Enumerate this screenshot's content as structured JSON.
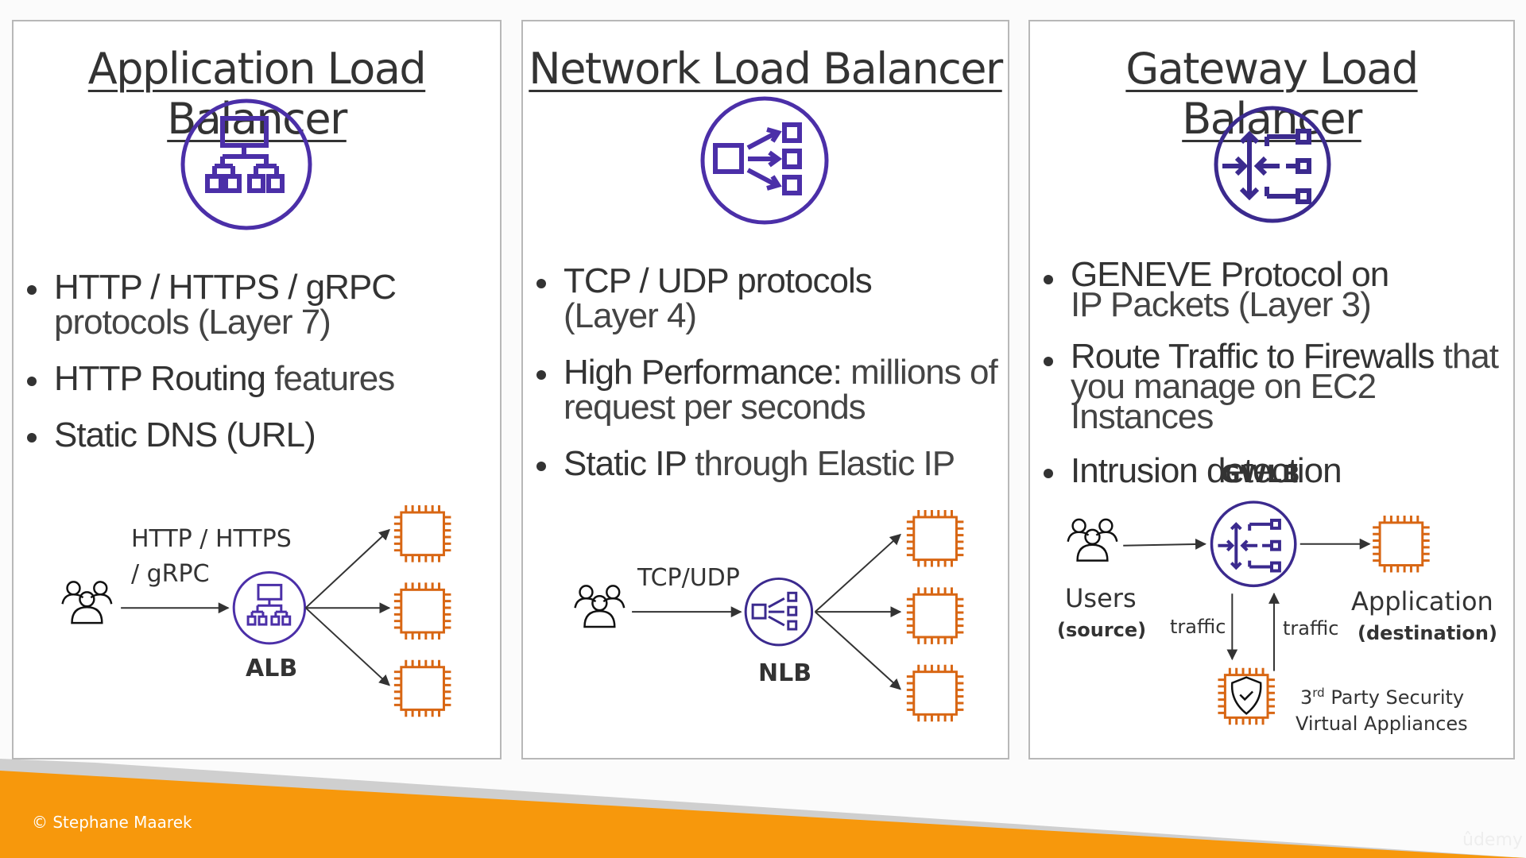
{
  "colors": {
    "lb_purple": "#4b2fa8",
    "ec2_orange": "#d86613",
    "footer_orange": "#f7980c",
    "footer_gray": "#cfcfcf",
    "text": "#333333"
  },
  "panels": [
    {
      "title": "Application Load Balancer",
      "icon": "alb-icon",
      "bullets": [
        {
          "strong": "HTTP / HTTPS / gRPC",
          "rest": "protocols (Layer 7)"
        },
        {
          "strong": "HTTP Routing",
          "rest": "features"
        },
        {
          "strong": "Static DNS (URL)",
          "rest": ""
        }
      ],
      "diagram": {
        "protocol_label_line1": "HTTP / HTTPS",
        "protocol_label_line2": "/ gRPC",
        "lb_label": "ALB",
        "source_icon": "users-icon",
        "target_icons": [
          "ec2-instance-icon",
          "ec2-instance-icon",
          "ec2-instance-icon"
        ]
      }
    },
    {
      "title": "Network Load Balancer",
      "icon": "nlb-icon",
      "bullets": [
        {
          "strong": "TCP / UDP protocols",
          "rest": "(Layer 4)"
        },
        {
          "strong": "High Performance:",
          "rest": "millions of request per seconds"
        },
        {
          "strong": "Static IP",
          "rest": "through Elastic IP"
        }
      ],
      "diagram": {
        "protocol_label": "TCP/UDP",
        "lb_label": "NLB",
        "source_icon": "users-icon",
        "target_icons": [
          "ec2-instance-icon",
          "ec2-instance-icon",
          "ec2-instance-icon"
        ]
      }
    },
    {
      "title": "Gateway Load Balancer",
      "icon": "gwlb-icon",
      "bullets": [
        {
          "strong": "GENEVE Protocol on",
          "rest": "IP Packets (Layer 3)"
        },
        {
          "strong": "Route Traffic to Firewalls",
          "rest": "that you manage on EC2 Instances"
        },
        {
          "strong": "Intrusion detection",
          "rest": ""
        }
      ],
      "diagram": {
        "lb_label": "GWLB",
        "users_label": "Users",
        "users_sub": "(source)",
        "app_label": "Application",
        "app_sub": "(destination)",
        "traffic_down": "traffic",
        "traffic_up": "traffic",
        "appliance_line1_num": "3",
        "appliance_line1_sup": "rd",
        "appliance_line1_rest": " Party Security",
        "appliance_line2": "Virtual Appliances"
      }
    }
  ],
  "footer": {
    "copyright": "© Stephane Maarek",
    "watermark": "ûdemy"
  }
}
